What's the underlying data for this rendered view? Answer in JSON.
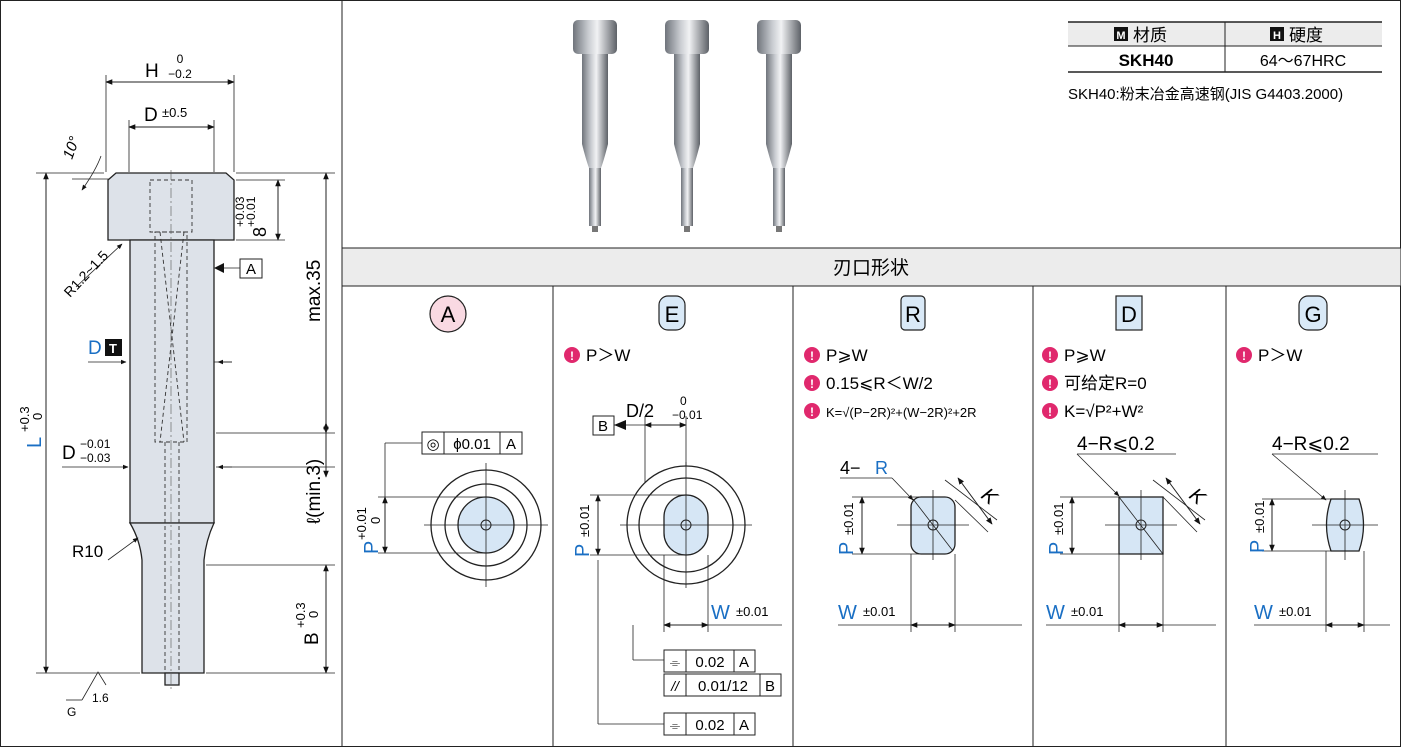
{
  "material_table": {
    "headers": [
      {
        "icon": "M",
        "label": "材质"
      },
      {
        "icon": "H",
        "label": "硬度"
      }
    ],
    "row": {
      "material": "SKH40",
      "hardness": "64～67HRC"
    },
    "note": "SKH40:粉末冶金高速钢(JIS G4403.2000)"
  },
  "section_header": "刃口形状",
  "drawing": {
    "H_label": "H",
    "H_tol_upper": "0",
    "H_tol_lower": "−0.2",
    "D_label": "D",
    "D_tol": "±0.5",
    "angle": "10°",
    "head_tol_upper": "+0.03",
    "head_tol_lower": "+0.01",
    "head_height": "8",
    "radius_head": "R1.2~1.5",
    "datum_a": "A",
    "max_len": "max.35",
    "dt_label": "D",
    "dt_badge": "T",
    "L_label": "L",
    "L_tol_upper": "+0.3",
    "L_tol_lower": "0",
    "shank_D": "D",
    "shank_tol_upper": "−0.01",
    "shank_tol_lower": "−0.03",
    "l_min": "ℓ(min.3)",
    "r10": "R10",
    "B_label": "B",
    "B_tol_upper": "+0.3",
    "B_tol_lower": "0",
    "g_label": "G",
    "rough": "1.6"
  },
  "shapes": [
    {
      "letter": "A",
      "badge_style": "pink",
      "conditions": [],
      "concentricity": {
        "symbol": "◎",
        "value": "ϕ0.01",
        "datum": "A"
      },
      "p_label": "P",
      "p_tol_upper": "+0.01",
      "p_tol_lower": "0"
    },
    {
      "letter": "E",
      "badge_style": "blue",
      "conditions": [
        "P＞W"
      ],
      "d2_label": "D/2",
      "d2_tol_upper": "0",
      "d2_tol_lower": "−0.01",
      "datum_b": "B",
      "p_label": "P",
      "p_tol": "±0.01",
      "w_label": "W",
      "w_tol": "±0.01",
      "gdt": [
        {
          "symbol": "⌯",
          "value": "0.02",
          "datum": "A"
        },
        {
          "symbol": "//",
          "value": "0.01/12",
          "datum": "B"
        },
        {
          "symbol": "⌯",
          "value": "0.02",
          "datum": "A"
        }
      ]
    },
    {
      "letter": "R",
      "badge_style": "blue",
      "conditions": [
        "P⩾W",
        "0.15⩽R＜W/2",
        "K=√(P−2R)²+(W−2R)²+2R"
      ],
      "corner_prefix": "4−",
      "corner_r": "R",
      "k_label": "K",
      "p_label": "P",
      "p_tol": "±0.01",
      "w_label": "W",
      "w_tol": "±0.01"
    },
    {
      "letter": "D",
      "badge_style": "blue",
      "conditions": [
        "P⩾W",
        "可给定R=0",
        "K=√P²+W²"
      ],
      "corner": "4−R⩽0.2",
      "k_label": "K",
      "p_label": "P",
      "p_tol": "±0.01",
      "w_label": "W",
      "w_tol": "±0.01"
    },
    {
      "letter": "G",
      "badge_style": "blue",
      "conditions": [
        "P＞W"
      ],
      "corner": "4−R⩽0.2",
      "p_label": "P",
      "p_tol": "±0.01",
      "w_label": "W",
      "w_tol": "±0.01"
    }
  ],
  "colors": {
    "accent_blue": "#1a6fc4",
    "warning_pink": "#e0286d",
    "face_fill": "#d6e6f5",
    "badge_pink": "#f9d9e2"
  }
}
